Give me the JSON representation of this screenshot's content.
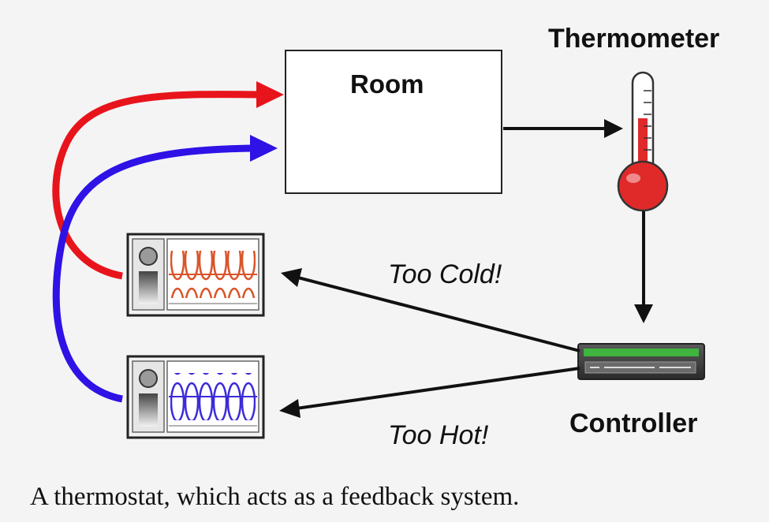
{
  "labels": {
    "room": "Room",
    "thermometer": "Thermometer",
    "controller": "Controller",
    "too_cold": "Too Cold!",
    "too_hot": "Too Hot!"
  },
  "caption": "A thermostat, which acts as a feedback system.",
  "colors": {
    "hot_flow": "#e8141b",
    "cold_flow": "#2e12e6",
    "thermometer_fluid": "#e02a2a",
    "heater_coil": "#d9542a",
    "cooler_coil": "#3b2bd9",
    "controller_display": "#3fb43f"
  },
  "icons": {
    "thermometer": "thermometer-icon",
    "heater": "heater-unit-icon",
    "cooler": "cooler-unit-icon",
    "controller": "controller-device-icon"
  }
}
